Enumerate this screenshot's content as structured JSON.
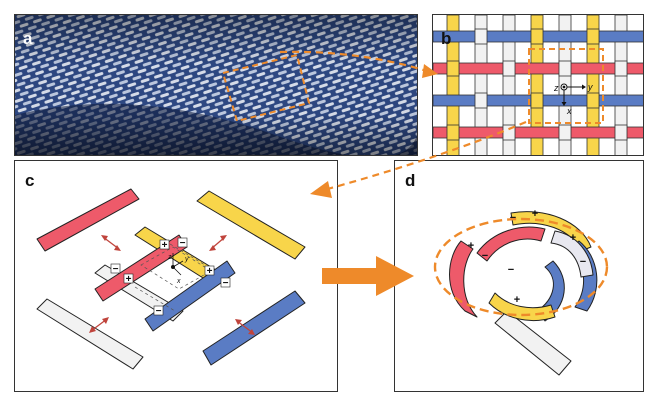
{
  "panels": {
    "a": {
      "label": "a"
    },
    "b": {
      "label": "b"
    },
    "c": {
      "label": "c"
    },
    "d": {
      "label": "d"
    }
  },
  "axes": {
    "z": "z",
    "y": "y",
    "x": "x"
  },
  "signs": {
    "plus": "+",
    "minus": "−"
  },
  "colors": {
    "red": "#ee5a6a",
    "yellow": "#f8d54a",
    "blue": "#5a7cc4",
    "white": "#f2f2f2",
    "orange": "#ee8a2a",
    "arrow_red": "#c0443c",
    "fabric_dark": "#1f3466"
  }
}
